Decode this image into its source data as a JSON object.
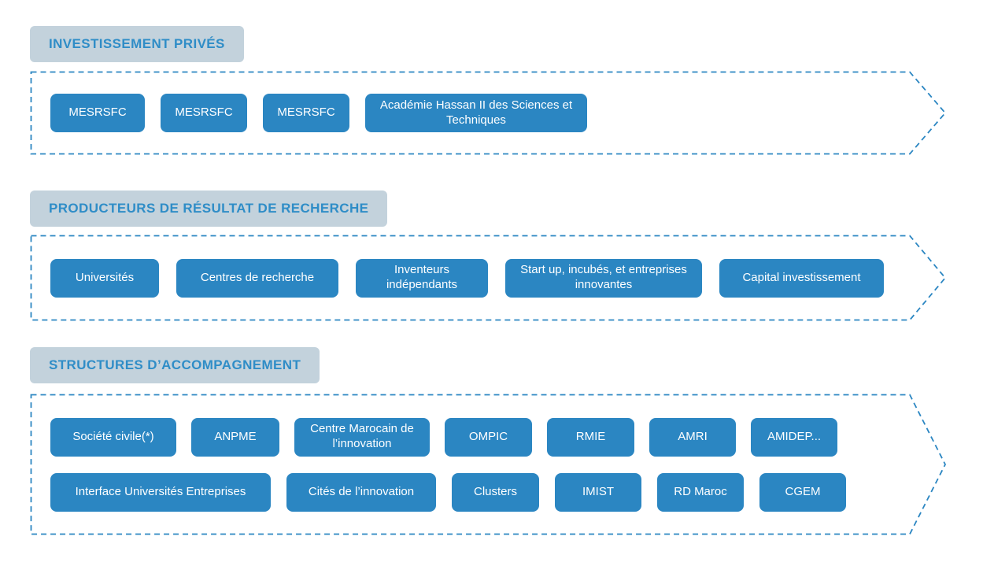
{
  "colors": {
    "node_blue": "#2b86c2",
    "header_bg": "#c3d2dc",
    "header_text": "#2f8dc7",
    "dashed_border": "#2b86c2",
    "background": "#ffffff"
  },
  "sections": [
    {
      "title": "INVESTISSEMENT PRIVÉS",
      "rows": [
        [
          "MESRSFC",
          "MESRSFC",
          "MESRSFC",
          "Académie Hassan II des Sciences et Techniques"
        ]
      ]
    },
    {
      "title": "PRODUCTEURS DE RÉSULTAT DE RECHERCHE",
      "rows": [
        [
          "Universités",
          "Centres de recherche",
          "Inventeurs indépendants",
          "Start up, incubés, et entreprises innovantes",
          "Capital investissement"
        ]
      ]
    },
    {
      "title": "STRUCTURES D’ACCOMPAGNEMENT",
      "rows": [
        [
          "Société civile(*)",
          "ANPME",
          "Centre Marocain de l’innovation",
          "OMPIC",
          "RMIE",
          "AMRI",
          "AMIDEP..."
        ],
        [
          "Interface Universités Entreprises",
          "Cités de l’innovation",
          "Clusters",
          "IMIST",
          "RD Maroc",
          "CGEM"
        ]
      ]
    }
  ]
}
